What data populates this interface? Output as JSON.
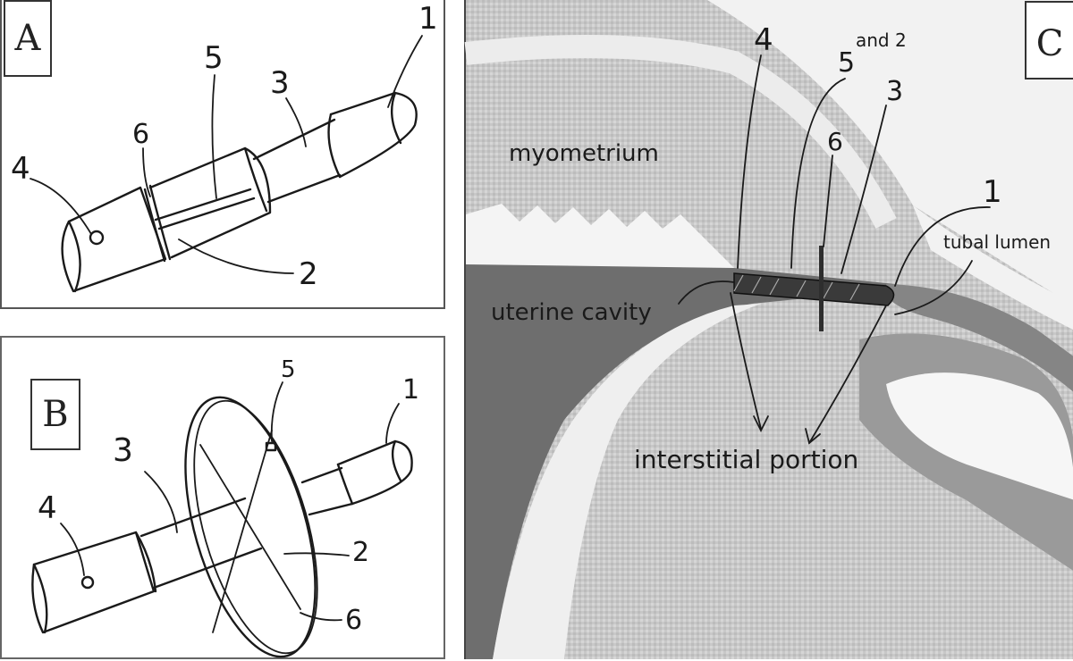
{
  "panels": {
    "a": {
      "letter": "A",
      "labels": {
        "n1": "1",
        "n2": "2",
        "n3": "3",
        "n4": "4",
        "n5": "5",
        "n6": "6"
      }
    },
    "b": {
      "letter": "B",
      "labels": {
        "n1": "1",
        "n2": "2",
        "n3": "3",
        "n4": "4",
        "n5": "5",
        "n6": "6"
      }
    },
    "c": {
      "letter": "C",
      "labels": {
        "n1": "1",
        "n3": "3",
        "n4": "4",
        "n5": "5",
        "and2": "and 2",
        "n6": "6"
      },
      "annotations": {
        "myometrium": "myometrium",
        "uterine_cavity": "uterine cavity",
        "tubal_lumen": "tubal lumen",
        "interstitial_portion": "interstitial portion"
      }
    }
  },
  "colors": {
    "ink": "#1a1a1a",
    "tissue": "#bdbdbd",
    "cavity": "#6e6e6e",
    "lumen": "#8a8a8a"
  }
}
